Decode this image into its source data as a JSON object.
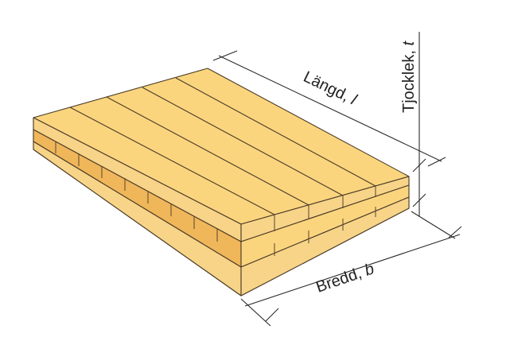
{
  "diagram": {
    "subject": "Cross-laminated timber panel",
    "layer_count": 3,
    "top_board_count": 5,
    "colors": {
      "face": "#fbd57e",
      "edge_light": "#f7d488",
      "side_dark": "#eab554",
      "end_grain": "#f4c36c",
      "board_line": "#4a3a26",
      "dimension_line": "#2a2a2a",
      "background": "#ffffff"
    }
  },
  "dimensions": {
    "length": {
      "label": "Längd, ",
      "symbol": "l"
    },
    "width": {
      "label": "Bredd, ",
      "symbol": "b"
    },
    "thickness": {
      "label": "Tjocklek, ",
      "symbol": "t"
    }
  }
}
